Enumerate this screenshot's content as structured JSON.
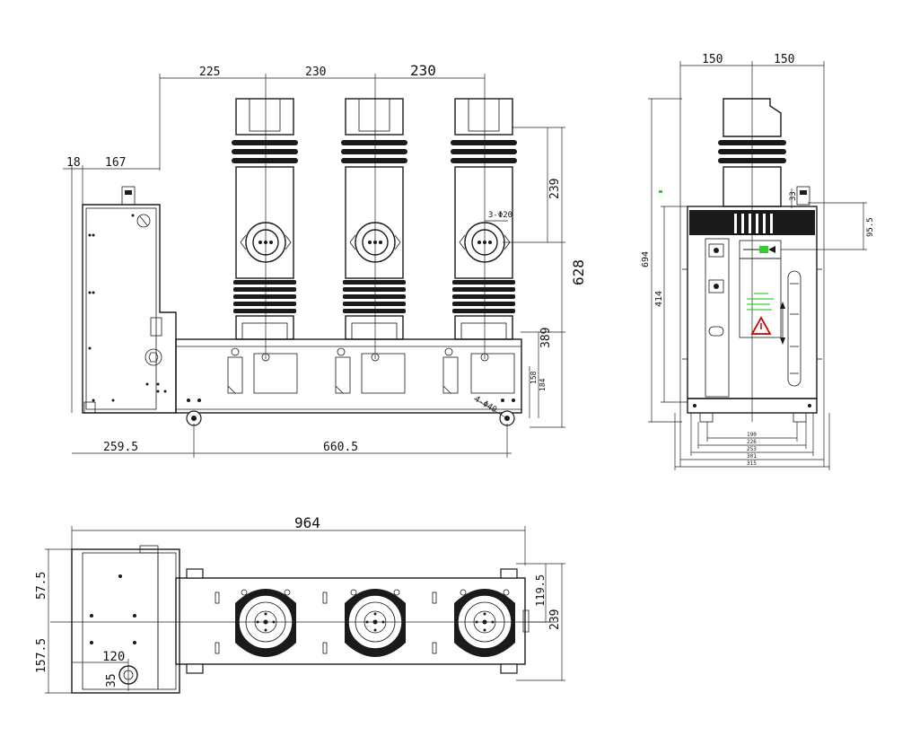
{
  "front_view": {
    "dims": {
      "d225": "225",
      "d230a": "230",
      "d230b": "230",
      "d18": "18",
      "d167": "167",
      "d239": "239",
      "d628": "628",
      "d389": "389",
      "d158": "158",
      "d184": "184",
      "d259_5": "259.5",
      "d660_5": "660.5",
      "hole_3": "3-Φ20",
      "hole_4": "4-Φ40"
    }
  },
  "side_view": {
    "dims": {
      "d150a": "150",
      "d150b": "150",
      "d694": "694",
      "d414": "414",
      "d33": "33",
      "d95_5": "95.5",
      "d190": "190",
      "d226": "226",
      "d253": "253",
      "d301": "301",
      "d315": "315"
    }
  },
  "top_view": {
    "dims": {
      "d964": "964",
      "d57_5": "57.5",
      "d157_5": "157.5",
      "d120": "120",
      "d35": "35",
      "d119_5": "119.5",
      "d239": "239"
    }
  },
  "colors": {
    "line": "#1a1a1a",
    "accent_green": "#33cc33",
    "warning_red": "#cc0000"
  }
}
